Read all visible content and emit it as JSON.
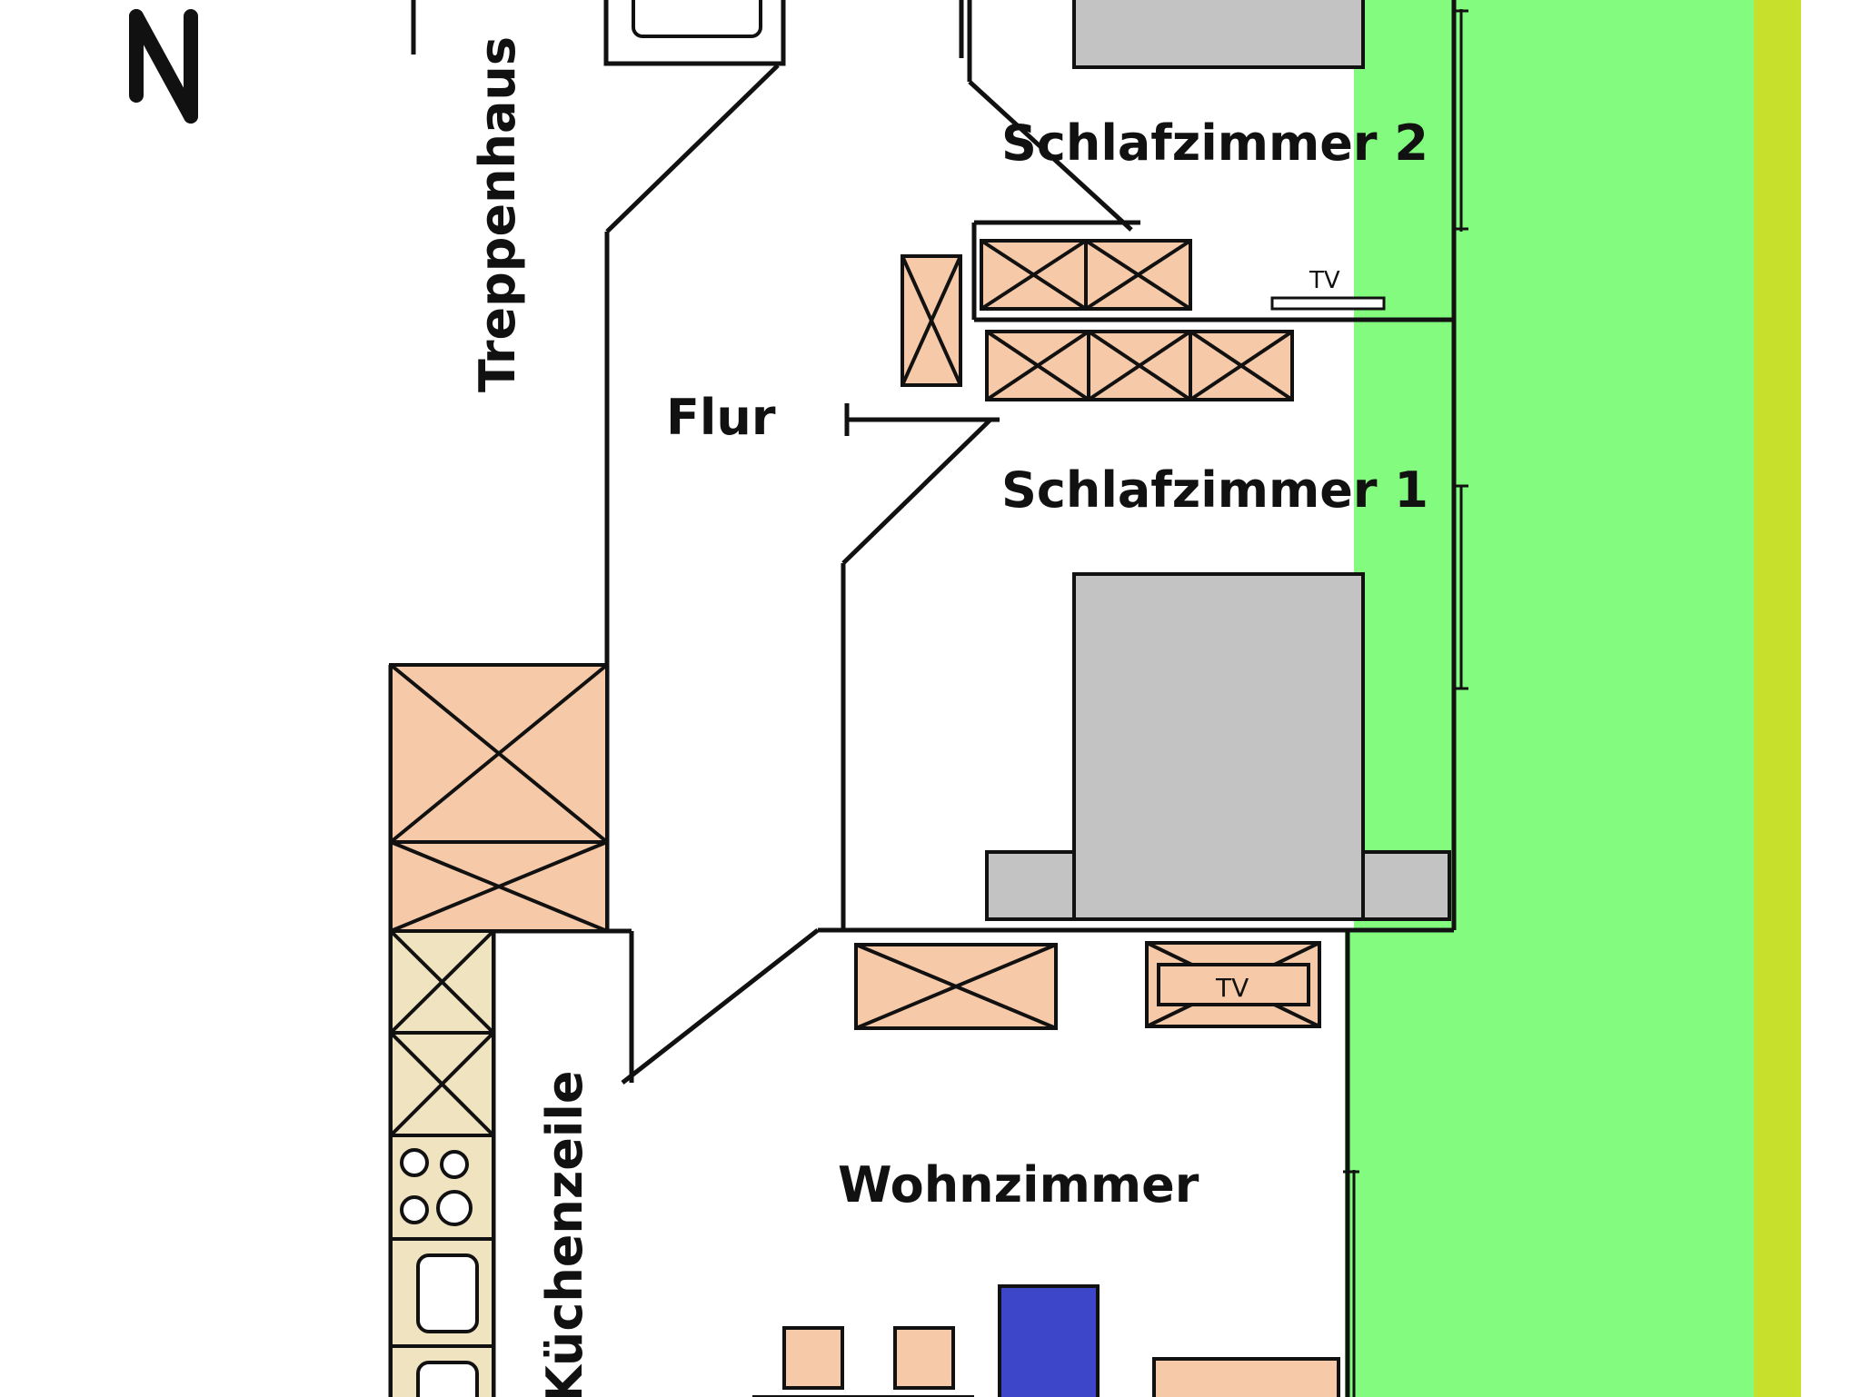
{
  "rooms": {
    "schlafzimmer2": "Schlafzimmer 2",
    "schlafzimmer1": "Schlafzimmer 1",
    "flur": "Flur",
    "treppenhaus": "Treppenhaus",
    "wohnzimmer": "Wohnzimmer",
    "kuechenzeile": "Küchenzeile"
  },
  "labels": {
    "tv_bedroom": "TV",
    "tv_living": "TV"
  },
  "compass": {
    "letter": "N"
  },
  "colors": {
    "wall": "#111111",
    "furniture": "#f6c9a8",
    "kitchen": "#efe3c0",
    "bed": "#c3c3c3",
    "sofa_blue": "#3d45c8",
    "lawn": "#82fb7e",
    "lawn_edge": "#c6e02b"
  }
}
